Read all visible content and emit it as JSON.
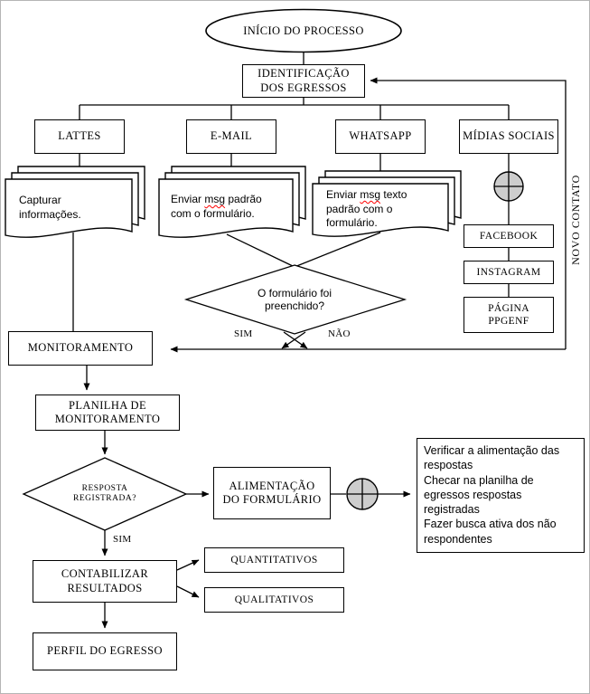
{
  "colors": {
    "stroke": "#000000",
    "node_fill": "#ffffff",
    "junction_fill": "#cdcdcd",
    "misspell_underline": "#ff0000",
    "page_border": "#b5b5b5"
  },
  "start": {
    "label": "INÍCIO DO PROCESSO"
  },
  "identificacao": {
    "line1": "IDENTIFICAÇÃO",
    "line2": "DOS EGRESSOS"
  },
  "channels": {
    "lattes": "LATTES",
    "email": "E-MAIL",
    "whatsapp": "WHATSAPP",
    "midias": "MÍDIAS SOCIAIS"
  },
  "docs": {
    "lattes": {
      "text": "Capturar informações."
    },
    "email": {
      "before": "Enviar ",
      "word": "msg",
      "after": " padrão com o formulário."
    },
    "whatsapp": {
      "before": "Enviar ",
      "word": "msg",
      "after": " texto padrão com o formulário."
    }
  },
  "social": {
    "facebook": "FACEBOOK",
    "instagram": "INSTAGRAM",
    "pagina_line1": "PÁGINA",
    "pagina_line2": "PPGENF"
  },
  "decision_form": {
    "line1": "O formulário foi",
    "line2": "preenchido?",
    "yes": "SIM",
    "no": "NÃO"
  },
  "novo_contato": "NOVO CONTATO",
  "monitoramento": "MONITORAMENTO",
  "planilha": {
    "line1": "PLANILHA DE",
    "line2": "MONITORAMENTO"
  },
  "decision_resposta": {
    "line1": "RESPOSTA",
    "line2": "REGISTRADA?",
    "yes": "SIM"
  },
  "alimentacao": {
    "line1": "ALIMENTAÇÃO",
    "line2": "DO FORMULÁRIO"
  },
  "notes": {
    "items": [
      "Verificar a alimentação das respostas",
      "Checar na planilha de egressos respostas registradas",
      "Fazer busca ativa dos não respondentes"
    ]
  },
  "contabilizar": {
    "line1": "CONTABILIZAR",
    "line2": "RESULTADOS"
  },
  "quantitativos": "QUANTITATIVOS",
  "qualitativos": "QUALITATIVOS",
  "perfil": "PERFIL DO EGRESSO"
}
